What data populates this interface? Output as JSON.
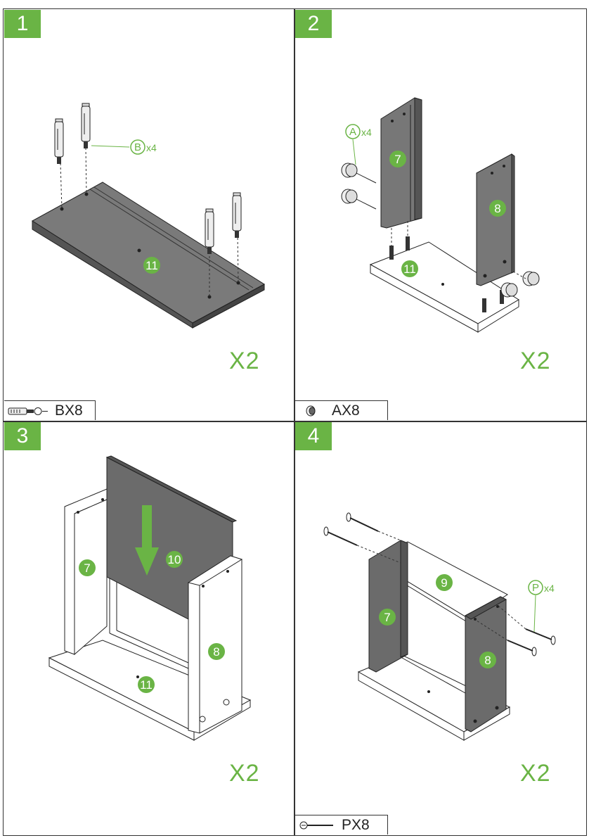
{
  "steps": [
    {
      "number": "1",
      "multiplier": "X2",
      "part_label": "BX8",
      "callout_letter": "B",
      "callout_qty": "x4",
      "panel_numbers": [
        "11"
      ]
    },
    {
      "number": "2",
      "multiplier": "X2",
      "part_label": "AX8",
      "callout_letter": "A",
      "callout_qty": "x4",
      "panel_numbers": [
        "7",
        "8",
        "11"
      ]
    },
    {
      "number": "3",
      "multiplier": "X2",
      "part_label": "",
      "panel_numbers": [
        "7",
        "10",
        "8",
        "11"
      ]
    },
    {
      "number": "4",
      "multiplier": "X2",
      "part_label": "PX8",
      "callout_letter": "P",
      "callout_qty": "x4",
      "panel_numbers": [
        "9",
        "7",
        "8"
      ]
    }
  ],
  "colors": {
    "accent": "#6ab445",
    "panel_dark": "#6b6b6b",
    "line": "#333333"
  },
  "icons": [
    "cam-bolt-icon",
    "cam-lock-icon",
    "screw-icon",
    "down-arrow-icon"
  ]
}
